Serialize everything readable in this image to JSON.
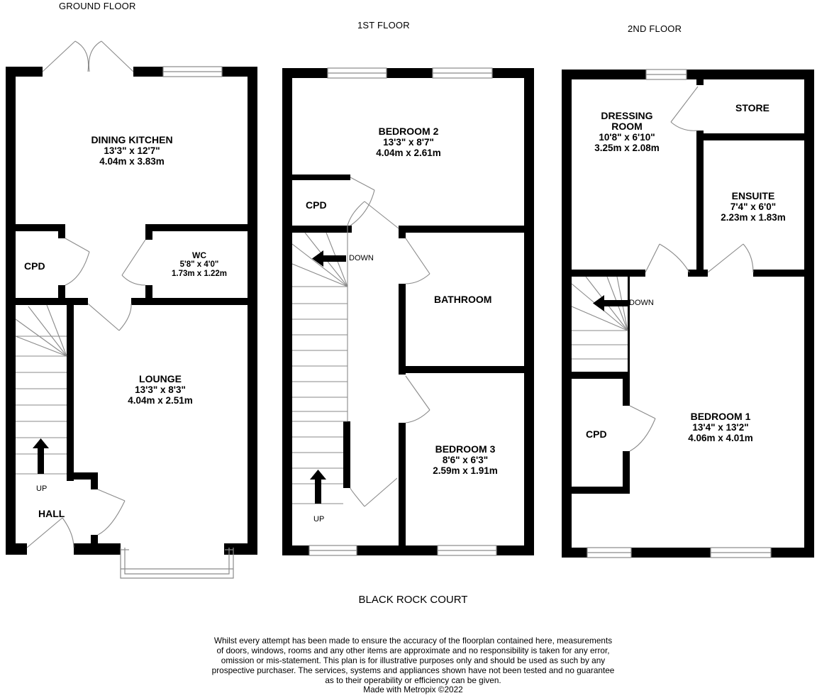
{
  "floors": {
    "ground": "GROUND FLOOR",
    "first": "1ST FLOOR",
    "second": "2ND FLOOR"
  },
  "rooms": {
    "dining_kitchen": {
      "name": "DINING KITCHEN",
      "imperial": "13'3\"  x 12'7\"",
      "metric": "4.04m  x 3.83m"
    },
    "wc": {
      "name": "WC",
      "imperial": "5'8\"  x 4'0\"",
      "metric": "1.73m  x 1.22m"
    },
    "lounge": {
      "name": "LOUNGE",
      "imperial": "13'3\"  x 8'3\"",
      "metric": "4.04m  x 2.51m"
    },
    "bedroom2": {
      "name": "BEDROOM 2",
      "imperial": "13'3\"  x 8'7\"",
      "metric": "4.04m  x 2.61m"
    },
    "bedroom3": {
      "name": "BEDROOM 3",
      "imperial": "8'6\"  x 6'3\"",
      "metric": "2.59m  x 1.91m"
    },
    "dressing_room": {
      "name1": "DRESSING",
      "name2": "ROOM",
      "imperial": "10'8\"  x 6'10\"",
      "metric": "3.25m  x 2.08m"
    },
    "ensuite": {
      "name": "ENSUITE",
      "imperial": "7'4\"  x 6'0\"",
      "metric": "2.23m  x 1.83m"
    },
    "bedroom1": {
      "name": "BEDROOM 1",
      "imperial": "13'4\"  x 13'2\"",
      "metric": "4.06m  x 4.01m"
    }
  },
  "labels": {
    "cpd": "CPD",
    "hall": "HALL",
    "bathroom": "BATHROOM",
    "store": "STORE",
    "up": "UP",
    "down": "DOWN"
  },
  "caption": "BLACK ROCK COURT",
  "disclaimer": [
    "Whilst every attempt has been made to ensure the accuracy of the floorplan contained here, measurements",
    "of doors, windows, rooms and any other items are approximate and no responsibility is taken for any error,",
    "omission or mis-statement. This plan is for illustrative purposes only and should be used as such by any",
    "prospective purchaser. The services, systems and appliances shown have not been tested and no guarantee",
    "as to their operability or efficiency can be given."
  ],
  "made_with": "Made with Metropix ©2022",
  "colors": {
    "wall": "#000000",
    "line": "#8a8a8a",
    "background": "#ffffff"
  }
}
